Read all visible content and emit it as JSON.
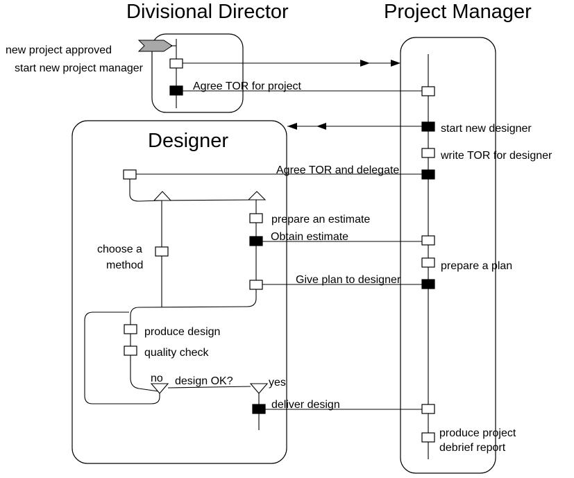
{
  "lanes": {
    "divisional_director": "Divisional Director",
    "project_manager": "Project Manager",
    "designer": "Designer"
  },
  "labels": {
    "new_project_approved": "new project approved",
    "start_new_project_manager": "start new project manager",
    "agree_tor_for_project": "Agree TOR for project",
    "start_new_designer": "start new designer",
    "write_tor_for_designer": "write TOR for designer",
    "agree_tor_and_delegate": "Agree TOR and delegate",
    "prepare_an_estimate": "prepare an estimate",
    "obtain_estimate": "Obtain estimate",
    "choose_a": "choose a",
    "method": "method",
    "prepare_a_plan": "prepare a plan",
    "give_plan_to_designer": "Give plan to designer",
    "produce_design": "produce design",
    "quality_check": "quality check",
    "no": "no",
    "design_ok": "design OK?",
    "yes": "yes",
    "deliver_design": "deliver design",
    "produce_project": "produce project",
    "debrief_report": "debrief report"
  },
  "colors": {
    "ink": "#000000",
    "background": "#ffffff",
    "trigger_fill": "#a8a8a8"
  }
}
